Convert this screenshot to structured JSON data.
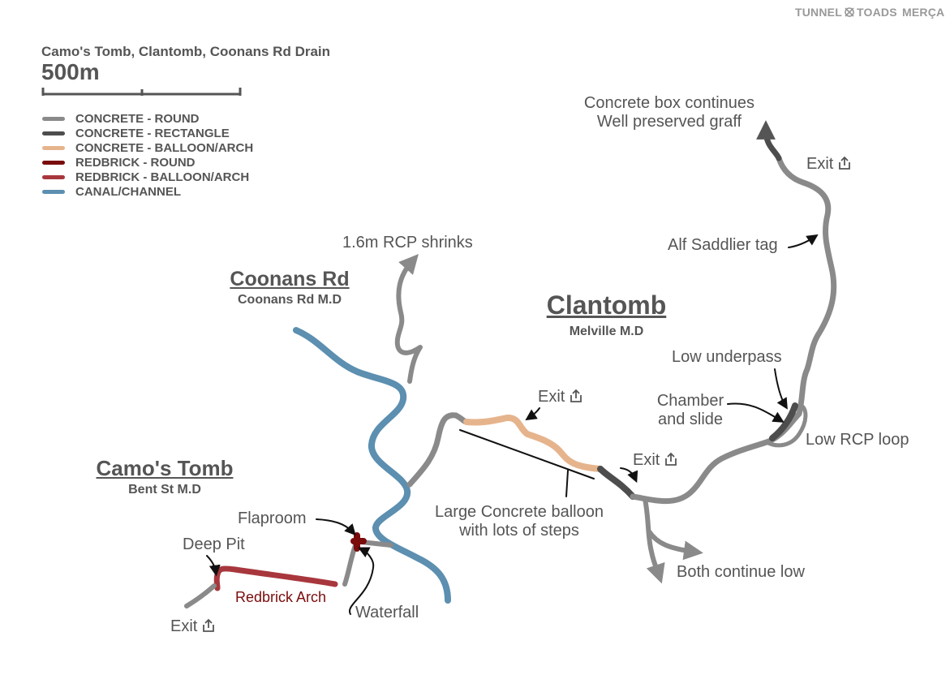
{
  "brand": {
    "left": "TUNNEL",
    "right": "TOADS",
    "partner": "MERÇA"
  },
  "header": {
    "title": "Camo's Tomb, Clantomb, Coonans Rd Drain",
    "scale_label": "500m"
  },
  "legend": [
    {
      "label": "CONCRETE - ROUND",
      "color": "#8a8a8a"
    },
    {
      "label": "CONCRETE - RECTANGLE",
      "color": "#4d4d4d"
    },
    {
      "label": "CONCRETE - BALLOON/ARCH",
      "color": "#e6b48c"
    },
    {
      "label": "REDBRICK  - ROUND",
      "color": "#7a0c0c"
    },
    {
      "label": "REDBRICK  - BALLOON/ARCH",
      "color": "#a8373d"
    },
    {
      "label": "CANAL/CHANNEL",
      "color": "#5c8fb0"
    }
  ],
  "areas": {
    "coonans": {
      "title": "Coonans Rd",
      "subtitle": "Coonans Rd M.D"
    },
    "clantomb": {
      "title": "Clantomb",
      "subtitle": "Melville M.D"
    },
    "camos": {
      "title": "Camo's Tomb",
      "subtitle": "Bent St M.D"
    }
  },
  "labels": {
    "rcp_shrinks": "1.6m RCP shrinks",
    "box_line1": "Concrete box continues",
    "box_line2": "Well preserved graff",
    "exit": "Exit",
    "alf": "Alf Saddlier tag",
    "underpass": "Low underpass",
    "chamber_line1": "Chamber",
    "chamber_line2": "and slide",
    "rcp_loop": "Low RCP loop",
    "balloon_line1": "Large Concrete balloon",
    "balloon_line2": "with lots of steps",
    "both_low": "Both continue low",
    "flaproom": "Flaproom",
    "deep_pit": "Deep Pit",
    "redbrick_arch": "Redbrick Arch",
    "waterfall": "Waterfall"
  },
  "colors": {
    "label_text": "#555555",
    "redbrick_label": "#7a0c0c",
    "brand_gray": "#999999"
  }
}
